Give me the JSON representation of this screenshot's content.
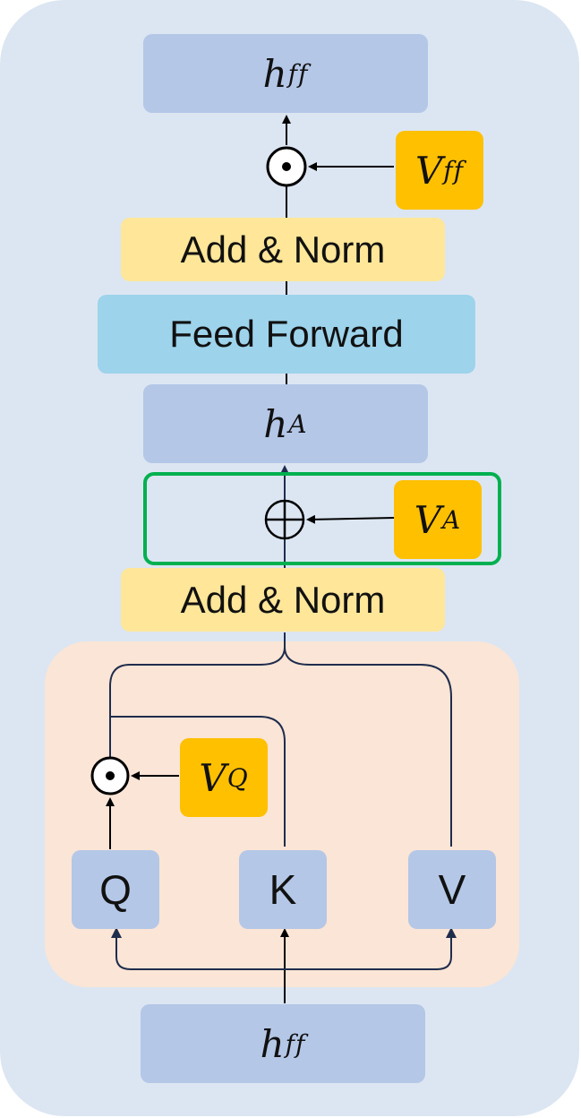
{
  "top_output": {
    "symbol": "h",
    "sub": "ff"
  },
  "v_ff": {
    "symbol": "V",
    "sub": "ff"
  },
  "add_norm_top": "Add & Norm",
  "feed_forward": "Feed Forward",
  "h_a": {
    "symbol": "h",
    "sub": "A"
  },
  "v_a": {
    "symbol": "V",
    "sub": "A"
  },
  "add_norm_bottom": "Add & Norm",
  "v_q": {
    "symbol": "V",
    "sub": "Q"
  },
  "q_label": "Q",
  "k_label": "K",
  "v_label": "V",
  "bottom_input": {
    "symbol": "h",
    "sub": "ff"
  },
  "colors": {
    "background": "#dce6f2",
    "attention_block": "#fbe5d6",
    "hidden_state": "#b4c7e7",
    "add_norm": "#ffe699",
    "feed_forward": "#9dd3eb",
    "scaling_vector": "#ffc000",
    "highlight_frame": "#00b050"
  }
}
